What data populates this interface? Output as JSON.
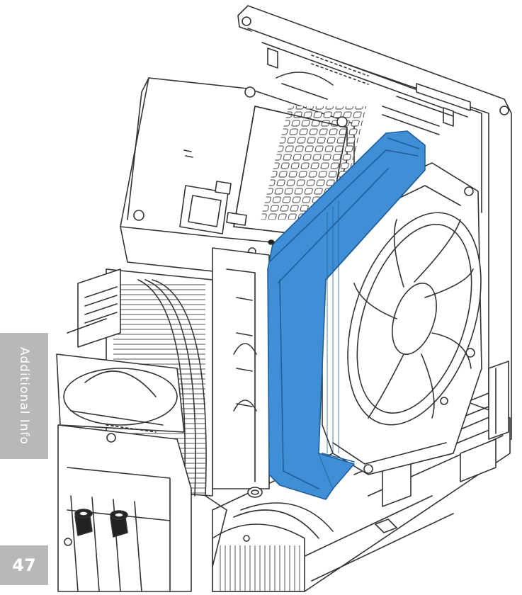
{
  "side_tab": {
    "label": "Additional Info",
    "color": "#b8b8b8"
  },
  "page": {
    "number": "47"
  },
  "figure": {
    "highlight_color": "#3f8ed6",
    "line_color": "#3a3a3a",
    "fan_blade_count": 7
  }
}
